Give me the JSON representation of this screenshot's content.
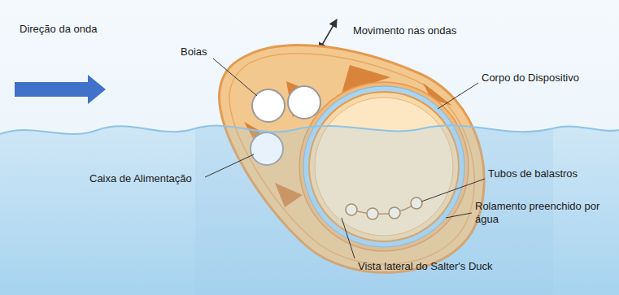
{
  "diagram": {
    "labels": [
      "Movimento nas ondas",
      "Direção da onda",
      "Boias",
      "Corpo do Dispositivo",
      "Caixa de Alimentação",
      "Tubos de balastros",
      "Rolamento preenchido por água",
      "Vista lateral do Salter's Duck"
    ]
  }
}
